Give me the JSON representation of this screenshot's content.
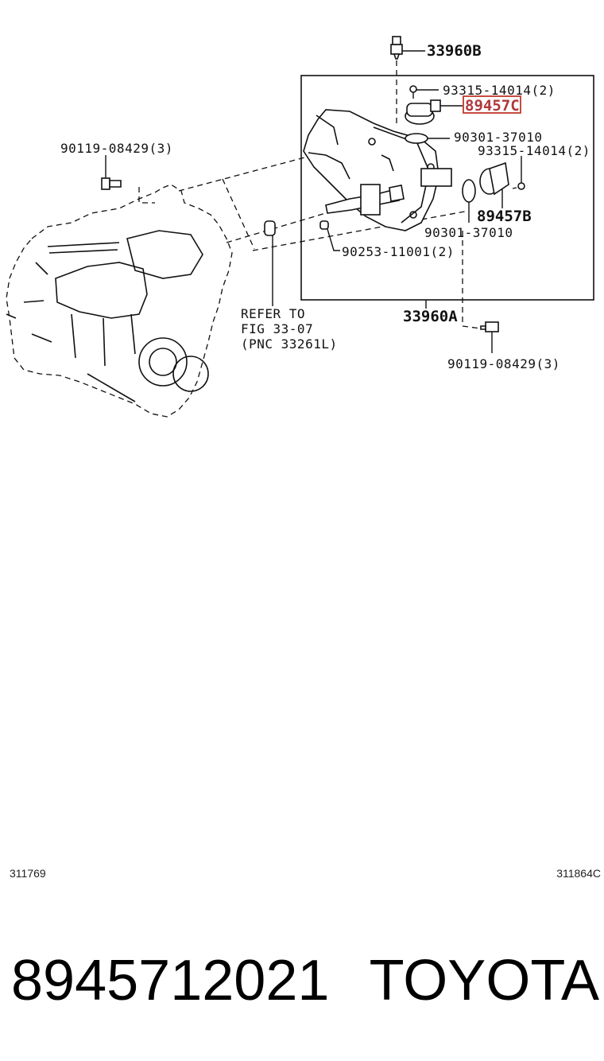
{
  "diagram": {
    "labels": {
      "p33960B": "33960B",
      "p93315_top": "93315-14014(2)",
      "p89457C": "89457C",
      "p90301_top": "90301-37010",
      "p93315_right": "93315-14014(2)",
      "p90119_left": "90119-08429(3)",
      "p89457B": "89457B",
      "p90301_bottom": "90301-37010",
      "p90253": "90253-11001(2)",
      "refer_line1": "REFER TO",
      "refer_line2": "FIG 33-07",
      "refer_line3": "(PNC 33261L)",
      "p33960A": "33960A",
      "p90119_right": "90119-08429(3)"
    },
    "highlight_color": "#b0383c"
  },
  "footer": {
    "code_left": "311769",
    "code_right": "311864C",
    "part_number": "8945712021",
    "brand": "TOYOTA"
  }
}
